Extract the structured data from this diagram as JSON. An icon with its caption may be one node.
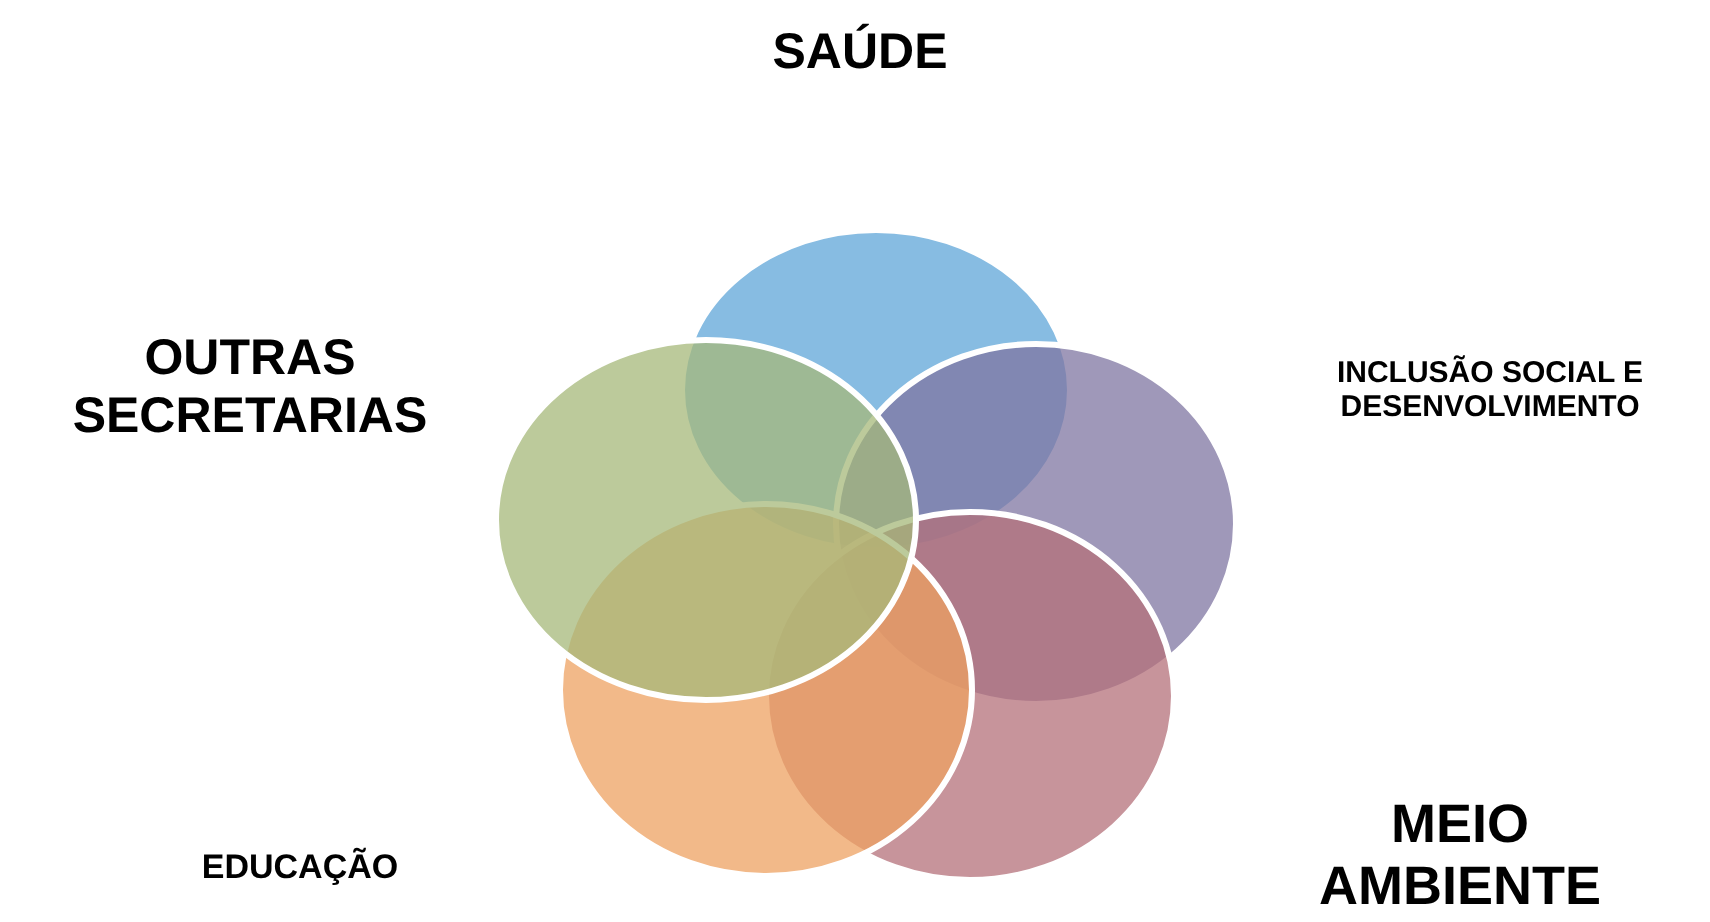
{
  "diagram": {
    "nodes": [
      {
        "text": [
          "SAÚDE"
        ]
      },
      {
        "text": [
          "OUTRAS SECRETARIAS"
        ]
      },
      {
        "text": [
          "INCLUSÃO SOCIAL E DESENVOLVIMENTO"
        ]
      },
      {
        "text": [
          "MEIO AMBIENTE"
        ]
      },
      {
        "text": [
          "EDUCAÇÃO"
        ]
      }
    ]
  }
}
